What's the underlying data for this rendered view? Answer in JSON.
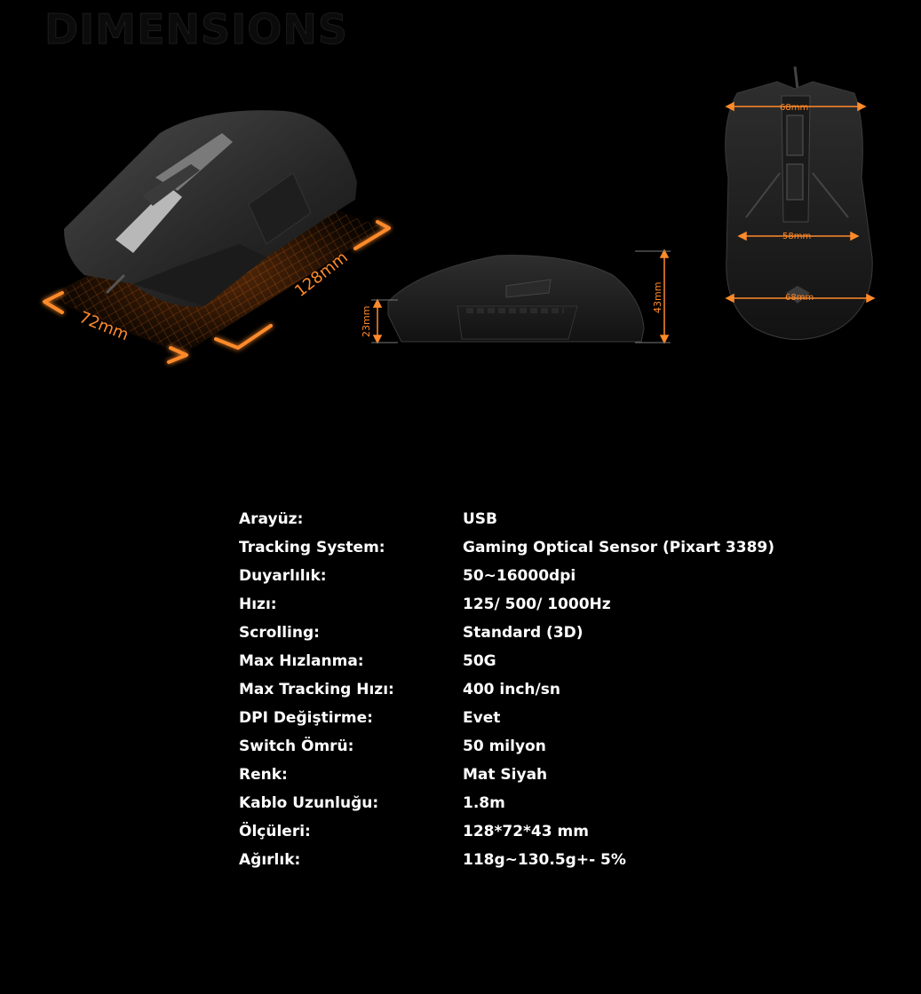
{
  "page": {
    "heading": "DIMENSIONS",
    "background": "#000000",
    "accent": "#ff7a1a"
  },
  "dimensions": {
    "iso_length": "128mm",
    "iso_width": "72mm",
    "side_low_height": "23mm",
    "side_height": "43mm",
    "top_width_front": "68mm",
    "top_width_mid": "58mm",
    "top_width_back": "68mm"
  },
  "specs": [
    {
      "label": "Arayüz:",
      "value": "USB"
    },
    {
      "label": "Tracking System:",
      "value": "Gaming Optical Sensor (Pixart 3389)"
    },
    {
      "label": "Duyarlılık:",
      "value": "50~16000dpi"
    },
    {
      "label": "Hızı:",
      "value": "125/ 500/ 1000Hz"
    },
    {
      "label": "Scrolling:",
      "value": "Standard (3D)"
    },
    {
      "label": "Max Hızlanma:",
      "value": "50G"
    },
    {
      "label": "Max Tracking Hızı:",
      "value": "400 inch/sn"
    },
    {
      "label": "DPI Değiştirme:",
      "value": "Evet"
    },
    {
      "label": "Switch Ömrü:",
      "value": "50 milyon"
    },
    {
      "label": "Renk:",
      "value": "Mat Siyah"
    },
    {
      "label": "Kablo Uzunluğu:",
      "value": "1.8m"
    },
    {
      "label": "Ölçüleri:",
      "value": "128*72*43 mm"
    },
    {
      "label": "Ağırlık:",
      "value": "118g~130.5g+- 5%"
    }
  ]
}
